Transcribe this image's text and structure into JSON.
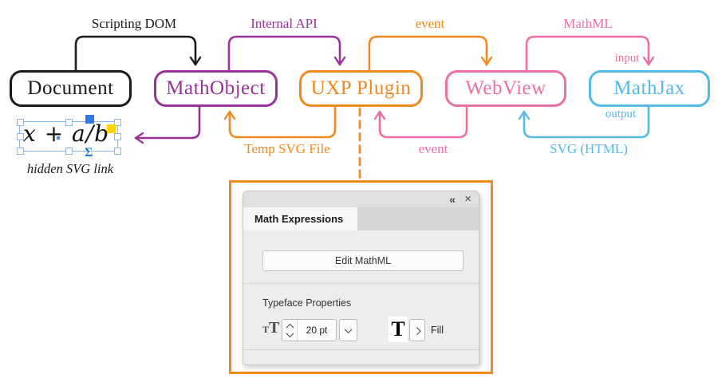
{
  "diagram": {
    "boxes": [
      {
        "label": "Document",
        "color": "#1a1a1a"
      },
      {
        "label": "MathObject",
        "color": "#993399"
      },
      {
        "label": "UXP Plugin",
        "color": "#f08a1e"
      },
      {
        "label": "WebView",
        "color": "#ee6fa3"
      },
      {
        "label": "MathJax",
        "color": "#56b8e6"
      }
    ],
    "labels": {
      "scripting_dom": "Scripting DOM",
      "internal_api": "Internal API",
      "event_top": "event",
      "mathml": "MathML",
      "input": "input",
      "output": "output",
      "temp_svg_file": "Temp SVG File",
      "event_bottom": "event",
      "svg_html": "SVG (HTML)"
    },
    "formula": {
      "expression": "x + a/b",
      "sigma_badge": "Σ",
      "caption": "hidden SVG link"
    }
  },
  "panel": {
    "window": {
      "collapse_icon": "«",
      "close_icon": "×"
    },
    "tab_label": "Math Expressions",
    "edit_button_label": "Edit MathML",
    "typeface": {
      "section_title": "Typeface Properties",
      "font_size_icon_small": "T",
      "font_size_icon_large": "T",
      "font_size_value": "20 pt",
      "fill_icon": "T",
      "fill_label": "Fill"
    }
  },
  "colors": {
    "black": "#1a1a1a",
    "purple": "#993399",
    "orange": "#f08a1e",
    "pink": "#ee6fa3",
    "blue": "#56b8e6",
    "selection_blue": "#8ab6e8",
    "anchor_blue": "#3377e8",
    "anchor_yellow": "#ffd400",
    "sigma_blue": "#2277cc"
  }
}
